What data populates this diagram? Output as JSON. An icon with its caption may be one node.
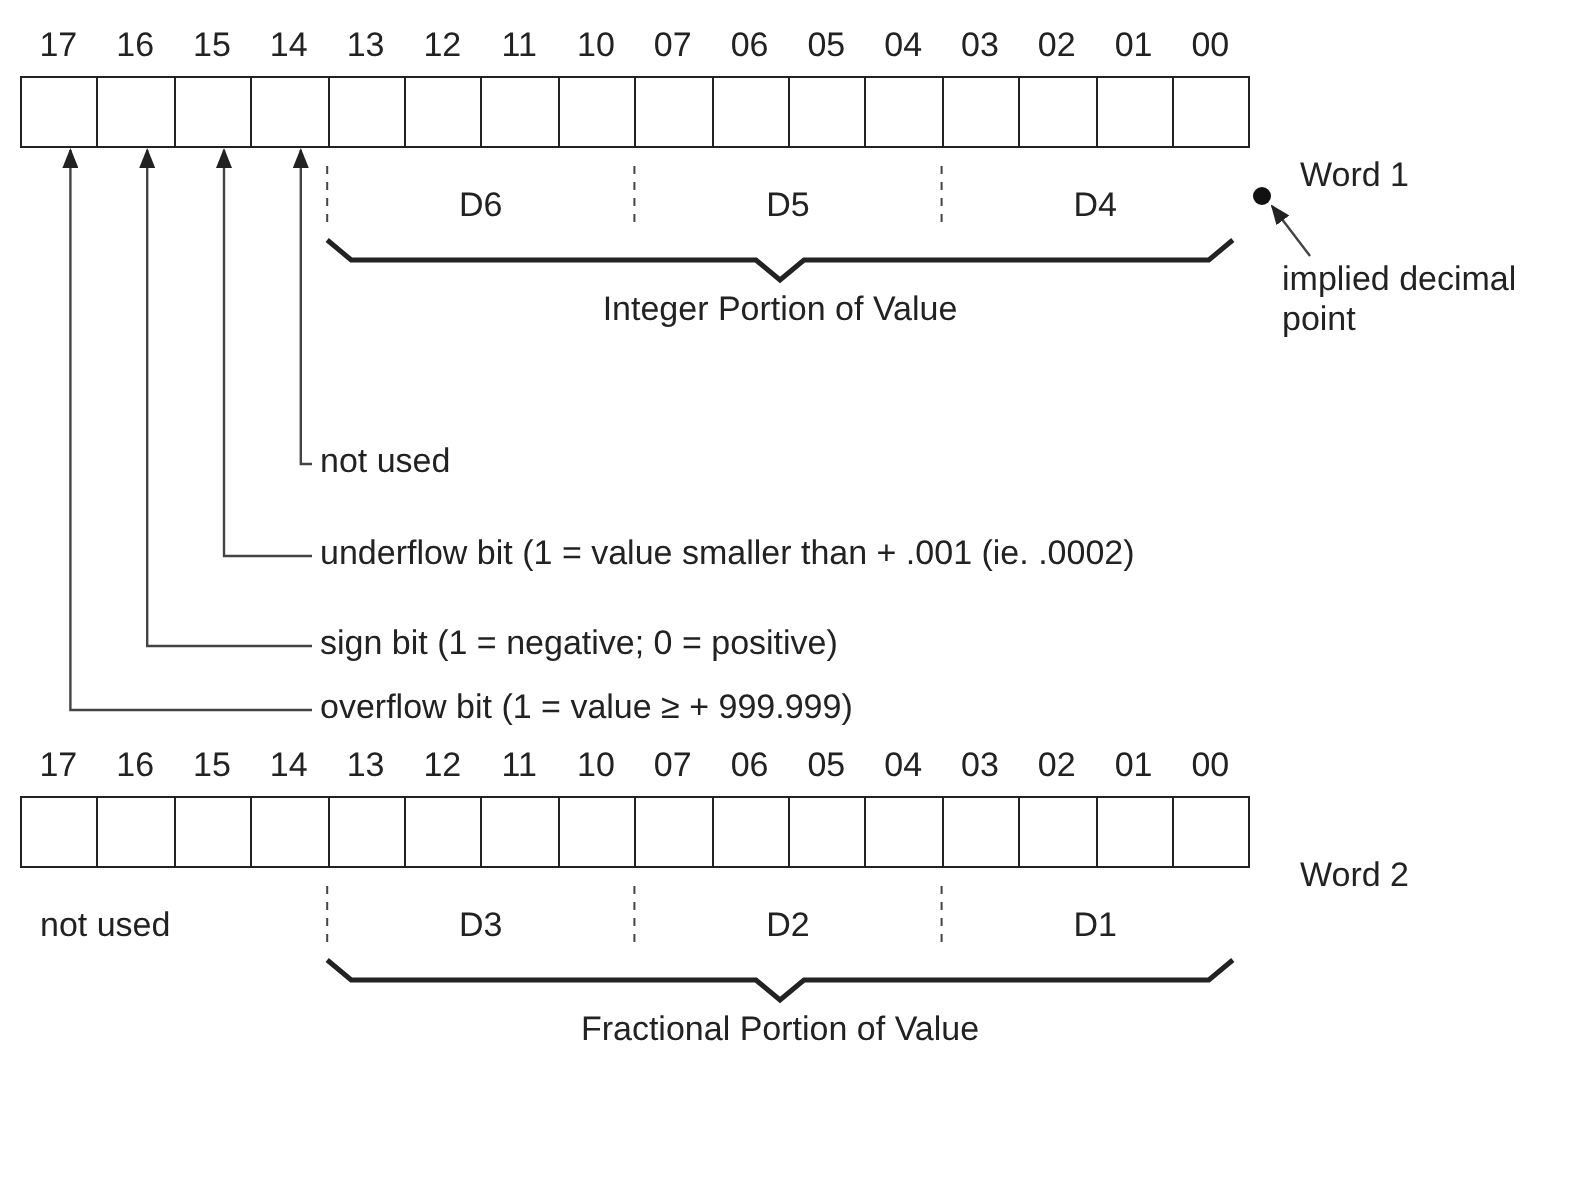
{
  "diagram": {
    "nodes": [
      {
        "text": [],
        "shape": "box"
      },
      {
        "text": [],
        "shape": "box"
      },
      {
        "text": [],
        "shape": "box"
      },
      {
        "text": [],
        "shape": "box"
      },
      {
        "text": [
          "not used"
        ]
      },
      {
        "text": [
          "underflow bit (1 = value smaller than + .001 (ie. .0002)"
        ]
      },
      {
        "text": [
          "sign bit (1 = negative; 0 = positive)"
        ]
      },
      {
        "text": [
          "overflow bit (1 = value ≥ + 999.999)"
        ]
      },
      {
        "text": [],
        "shape": "circle"
      },
      {
        "text": [
          "implied decimal point"
        ]
      }
    ],
    "edges": [
      {
        "from": 4,
        "to": 3,
        "arrow": "to"
      },
      {
        "from": 5,
        "to": 2,
        "arrow": "to"
      },
      {
        "from": 6,
        "to": 1,
        "arrow": "to"
      },
      {
        "from": 7,
        "to": 0,
        "arrow": "to"
      },
      {
        "from": 9,
        "to": 8,
        "arrow": "to"
      }
    ],
    "labels": [
      "17",
      "16",
      "15",
      "14",
      "13",
      "12",
      "11",
      "10",
      "07",
      "06",
      "05",
      "04",
      "03",
      "02",
      "01",
      "00",
      "Word 1",
      "D6",
      "D5",
      "D4",
      "Integer Portion of Value",
      "17",
      "16",
      "15",
      "14",
      "13",
      "12",
      "11",
      "10",
      "07",
      "06",
      "05",
      "04",
      "03",
      "02",
      "01",
      "00",
      "Word 2",
      "not used",
      "D3",
      "D2",
      "D1",
      "Fractional Portion of Value"
    ]
  }
}
